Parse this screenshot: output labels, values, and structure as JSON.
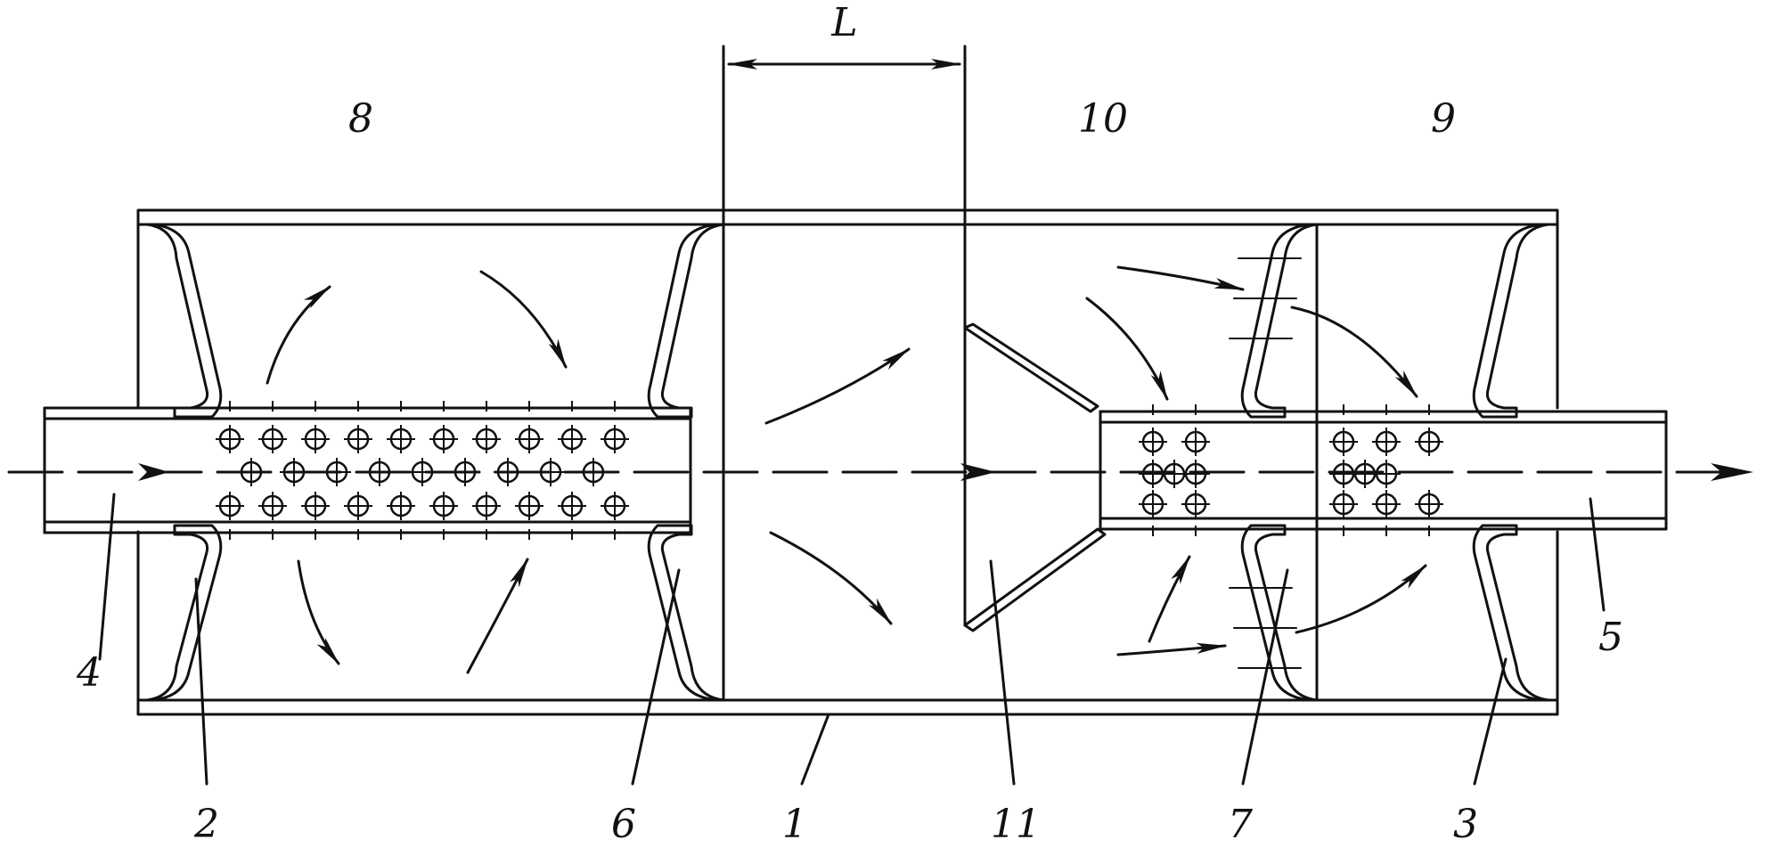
{
  "diagram": {
    "dimension_label": "L",
    "labels": {
      "l1": "1",
      "l2": "2",
      "l3": "3",
      "l4": "4",
      "l5": "5",
      "l6": "6",
      "l7": "7",
      "l8": "8",
      "l9": "9",
      "l10": "10",
      "l11": "11"
    },
    "colors": {
      "ink": "#111111",
      "paper": "#ffffff"
    }
  }
}
